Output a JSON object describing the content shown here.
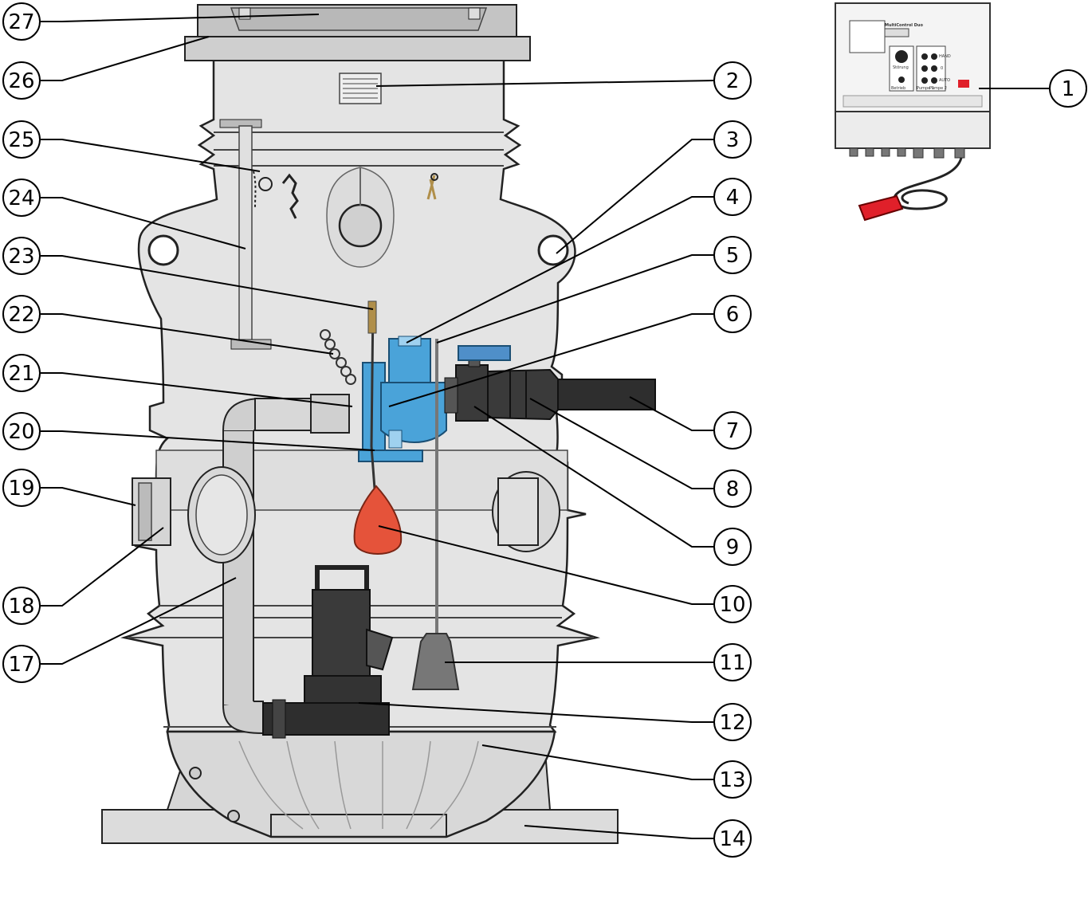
{
  "callouts": [
    {
      "number": "1",
      "part": "control-unit"
    },
    {
      "number": "2",
      "part": "vent-grille"
    },
    {
      "number": "3",
      "part": "mounting-eye-right"
    },
    {
      "number": "4",
      "part": "valve-clamp"
    },
    {
      "number": "5",
      "part": "level-rod"
    },
    {
      "number": "6",
      "part": "check-valve-body"
    },
    {
      "number": "7",
      "part": "discharge-pipe"
    },
    {
      "number": "8",
      "part": "pipe-union"
    },
    {
      "number": "9",
      "part": "ball-valve"
    },
    {
      "number": "10",
      "part": "float-switch"
    },
    {
      "number": "11",
      "part": "level-weight"
    },
    {
      "number": "12",
      "part": "pump-foot"
    },
    {
      "number": "13",
      "part": "tank-bottom"
    },
    {
      "number": "14",
      "part": "base-plate"
    },
    {
      "number": "17",
      "part": "riser-pipe"
    },
    {
      "number": "18",
      "part": "inlet-collar"
    },
    {
      "number": "19",
      "part": "inlet-seal"
    },
    {
      "number": "20",
      "part": "valve-holder"
    },
    {
      "number": "21",
      "part": "pipe-coupling"
    },
    {
      "number": "22",
      "part": "chain"
    },
    {
      "number": "23",
      "part": "float-cable"
    },
    {
      "number": "24",
      "part": "lifting-rod"
    },
    {
      "number": "25",
      "part": "chain-hook"
    },
    {
      "number": "26",
      "part": "cover-frame"
    },
    {
      "number": "27",
      "part": "cover-lid"
    }
  ],
  "control_panel": {
    "title": "MultiControl Duo",
    "buttons": [
      "Störung",
      "Betrieb"
    ],
    "mode_labels": [
      "HAND",
      "0",
      "AUTO"
    ],
    "pump_labels": [
      "Pumpe 1",
      "Pumpe 2"
    ]
  },
  "colors": {
    "tank_fill": "#e4e4e4",
    "tank_outline": "#222222",
    "valve_blue": "#4aa3d9",
    "float_red": "#e5533a",
    "pump_black": "#3a3a3a",
    "plug_red": "#e0202a"
  }
}
